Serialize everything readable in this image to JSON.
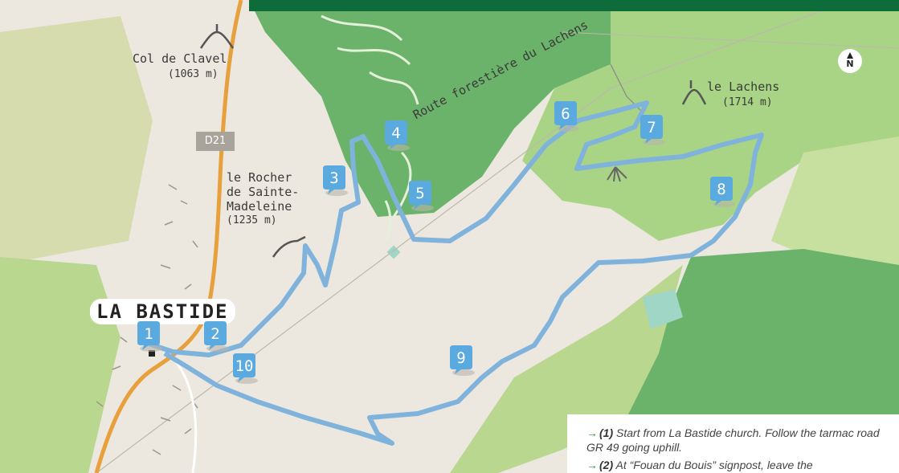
{
  "places": {
    "col_de_clavel": {
      "name": "Col de Clavel",
      "altitude": "(1063 m)"
    },
    "rocher": {
      "name_line1": "le Rocher",
      "name_line2": "de Sainte-",
      "name_line3": "Madeleine",
      "altitude": "(1235 m)"
    },
    "lachens": {
      "name": "le Lachens",
      "altitude": "(1714 m)"
    },
    "town": "LA BASTIDE"
  },
  "roads": {
    "d21": "D21",
    "forest_road": "Route forestière du Lachens"
  },
  "compass": {
    "label": "N"
  },
  "markers": [
    "1",
    "2",
    "3",
    "4",
    "5",
    "6",
    "7",
    "8",
    "9",
    "10"
  ],
  "colors": {
    "route": "#7fb3dc",
    "marker": "#5aa9df",
    "forest_dark": "#6bb26a",
    "forest_light": "#a9d486",
    "road": "#e8a03d",
    "header": "#0e6b3a"
  },
  "notes": [
    {
      "num": "(1)",
      "text": "Start from La Bastide church. Follow the tarmac road GR 49 going uphill."
    },
    {
      "num": "(2)",
      "text": "At “Fouan du Bouis” signpost, leave the"
    }
  ]
}
